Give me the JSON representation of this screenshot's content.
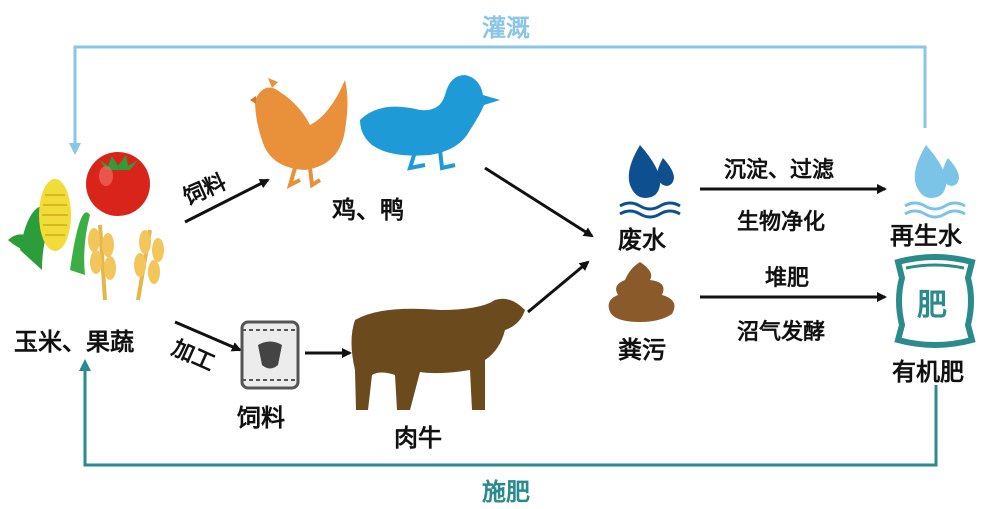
{
  "loops": {
    "top": "灌溉",
    "bottom": "施肥"
  },
  "nodes": {
    "crops": "玉米、果蔬",
    "poultry": "鸡、鸭",
    "feed": "饲料",
    "cattle": "肉牛",
    "wastewater": "废水",
    "manure": "粪污",
    "reclaimed_water": "再生水",
    "organic_fertilizer": "有机肥",
    "fertilizer_bag_text": "肥"
  },
  "edges": {
    "feed": "饲料",
    "process": "加工",
    "water_step1": "沉淀、过滤",
    "water_step2": "生物净化",
    "manure_step1": "堆肥",
    "manure_step2": "沼气发酵"
  },
  "colors": {
    "top_loop": "#8ac6e6",
    "bottom_loop": "#2a8a8c",
    "chicken": "#e8913a",
    "duck": "#1e9ad6",
    "cattle": "#6b4a1e",
    "wastewater_drop": "#0e4f8f",
    "reclaimed_drop": "#7cc3e8",
    "manure": "#8b5a2b",
    "fertilizer": "#2a8a8c"
  }
}
